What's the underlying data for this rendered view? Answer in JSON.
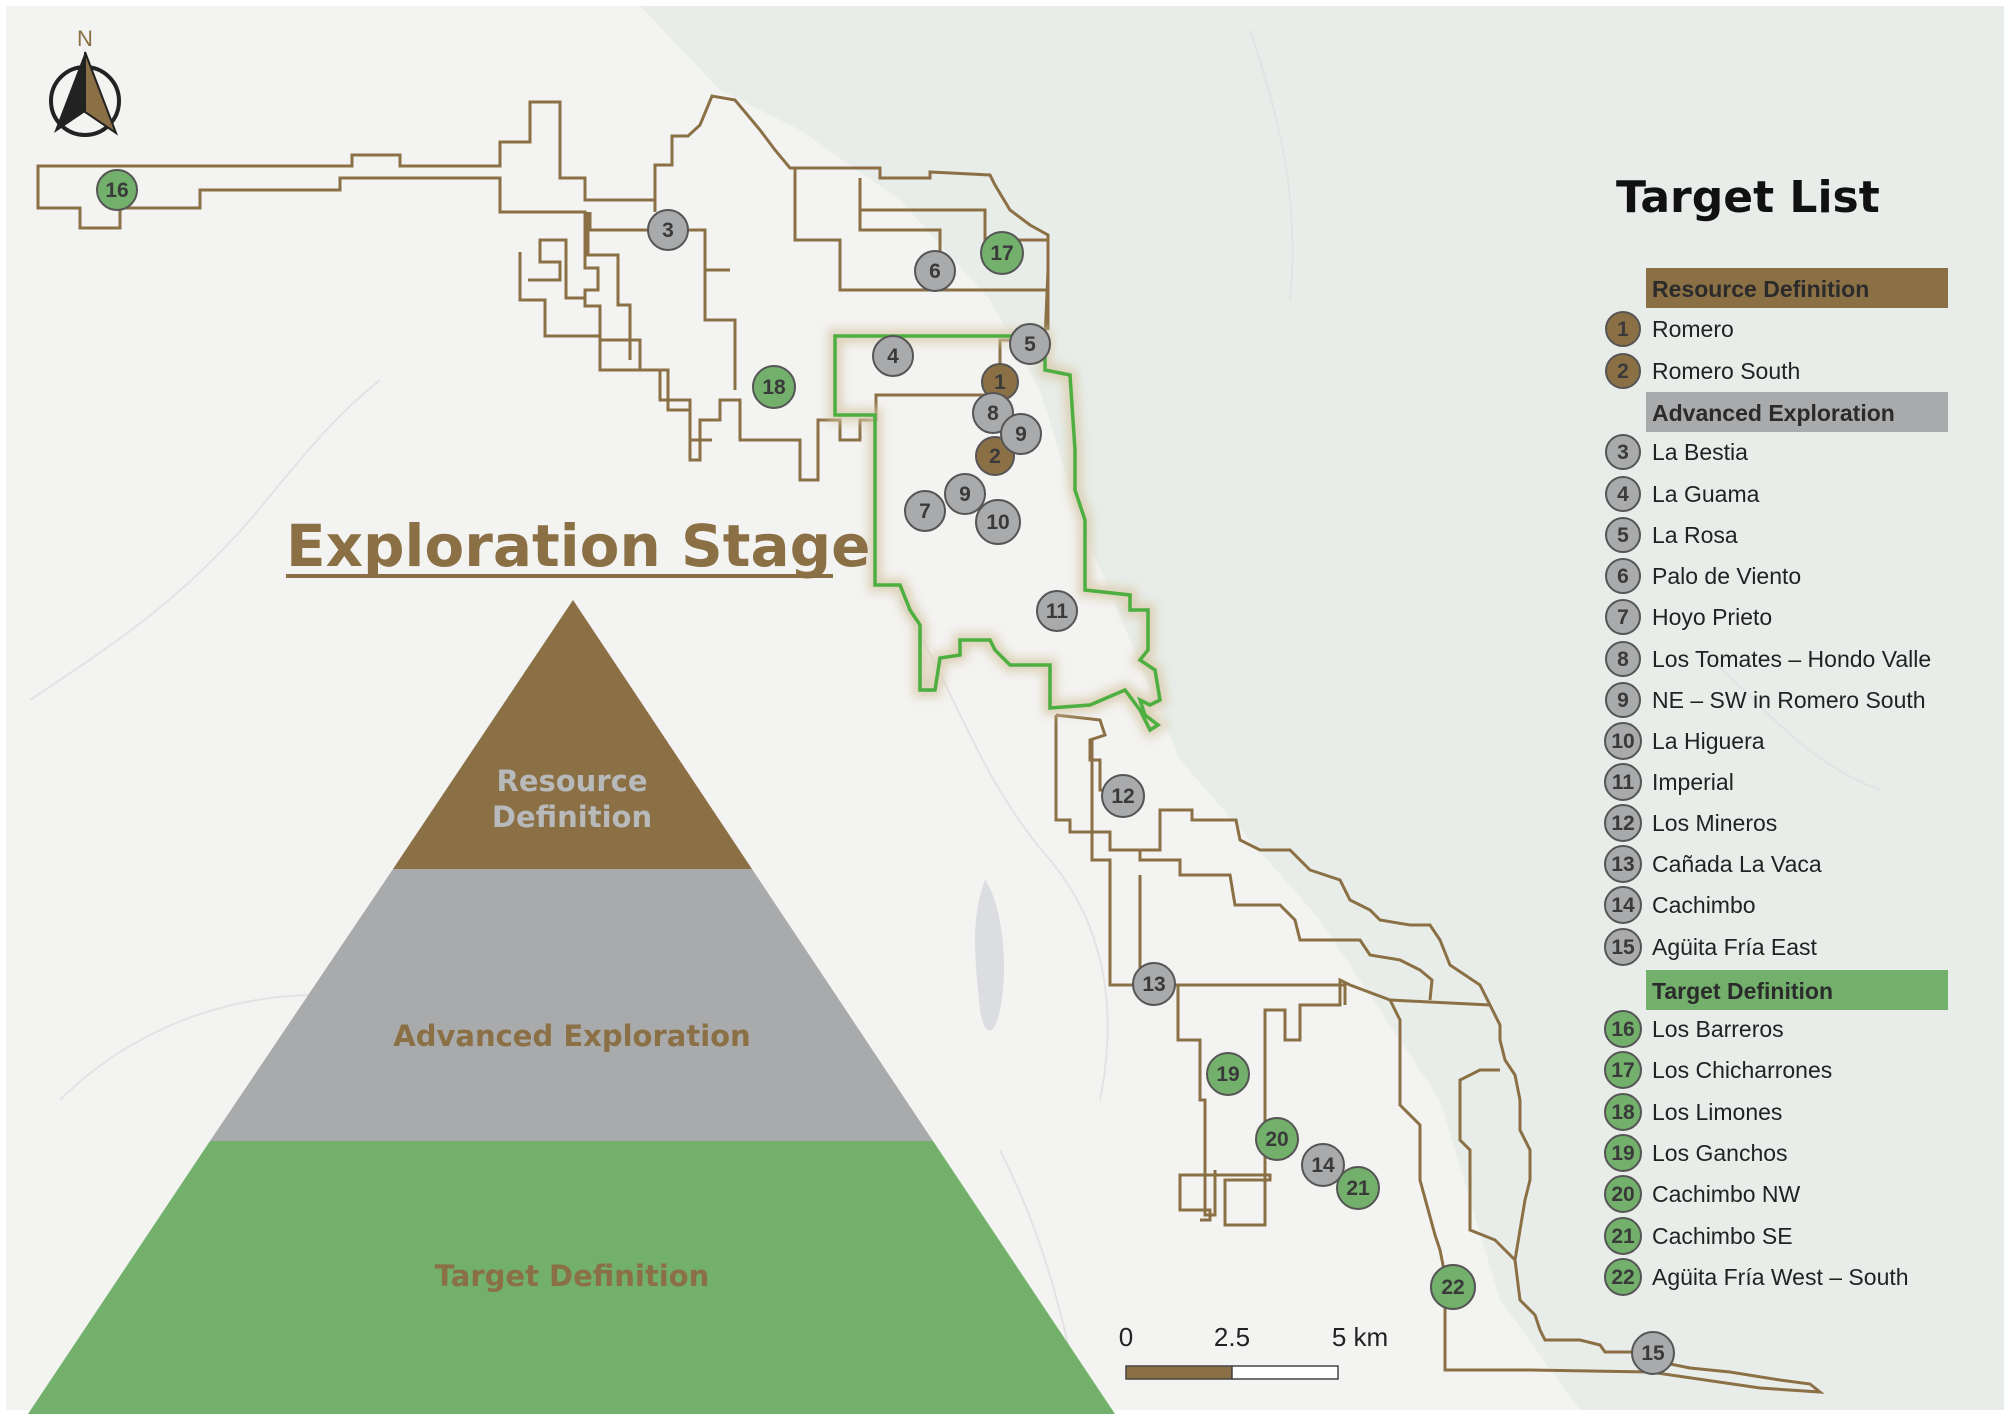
{
  "north_label": "N",
  "stage_title": "Exploration Stage",
  "pyramid": {
    "top_line1": "Resource",
    "top_line2": "Definition",
    "middle": "Advanced Exploration",
    "bottom": "Target Definition"
  },
  "target_list": {
    "title": "Target List",
    "categories": [
      {
        "name": "Resource Definition",
        "color": "#8b7045",
        "items": [
          {
            "num": "1",
            "name": "Romero"
          },
          {
            "num": "2",
            "name": "Romero South"
          }
        ]
      },
      {
        "name": "Advanced Exploration",
        "color": "#a9aaac",
        "items": [
          {
            "num": "3",
            "name": "La Bestia"
          },
          {
            "num": "4",
            "name": "La Guama"
          },
          {
            "num": "5",
            "name": "La Rosa"
          },
          {
            "num": "6",
            "name": "Palo de Viento"
          },
          {
            "num": "7",
            "name": "Hoyo Prieto"
          },
          {
            "num": "8",
            "name": "Los Tomates – Hondo Valle"
          },
          {
            "num": "9",
            "name": "NE – SW in Romero South"
          },
          {
            "num": "10",
            "name": "La Higuera"
          },
          {
            "num": "11",
            "name": "Imperial"
          },
          {
            "num": "12",
            "name": "Los Mineros"
          },
          {
            "num": "13",
            "name": "Cañada La Vaca"
          },
          {
            "num": "14",
            "name": "Cachimbo"
          },
          {
            "num": "15",
            "name": "Agüita Fría East"
          }
        ]
      },
      {
        "name": "Target Definition",
        "color": "#72b06b",
        "items": [
          {
            "num": "16",
            "name": "Los Barreros"
          },
          {
            "num": "17",
            "name": "Los Chicharrones"
          },
          {
            "num": "18",
            "name": "Los Limones"
          },
          {
            "num": "19",
            "name": "Los Ganchos"
          },
          {
            "num": "20",
            "name": "Cachimbo NW"
          },
          {
            "num": "21",
            "name": "Cachimbo SE"
          },
          {
            "num": "22",
            "name": "Agüita Fría West – South"
          }
        ]
      }
    ]
  },
  "map_markers": [
    {
      "num": "1",
      "stage": "resource"
    },
    {
      "num": "2",
      "stage": "resource"
    },
    {
      "num": "3",
      "stage": "advanced"
    },
    {
      "num": "4",
      "stage": "advanced"
    },
    {
      "num": "5",
      "stage": "advanced"
    },
    {
      "num": "6",
      "stage": "advanced"
    },
    {
      "num": "7",
      "stage": "advanced"
    },
    {
      "num": "8",
      "stage": "advanced"
    },
    {
      "num": "9",
      "stage": "advanced"
    },
    {
      "num": "9",
      "stage": "advanced"
    },
    {
      "num": "10",
      "stage": "advanced"
    },
    {
      "num": "11",
      "stage": "advanced"
    },
    {
      "num": "12",
      "stage": "advanced"
    },
    {
      "num": "13",
      "stage": "advanced"
    },
    {
      "num": "14",
      "stage": "advanced"
    },
    {
      "num": "15",
      "stage": "advanced"
    },
    {
      "num": "16",
      "stage": "target"
    },
    {
      "num": "17",
      "stage": "target"
    },
    {
      "num": "18",
      "stage": "target"
    },
    {
      "num": "19",
      "stage": "target"
    },
    {
      "num": "20",
      "stage": "target"
    },
    {
      "num": "21",
      "stage": "target"
    },
    {
      "num": "22",
      "stage": "target"
    }
  ],
  "scale_bar": {
    "labels": [
      "0",
      "2.5",
      "5 km"
    ]
  },
  "colors": {
    "resource": "#8b7045",
    "advanced": "#a9aaac",
    "target": "#72b06b",
    "boundary": "#8b7045",
    "highlight": "#4caf40",
    "forest": "#e9eeea",
    "land": "#f3f3f2"
  }
}
